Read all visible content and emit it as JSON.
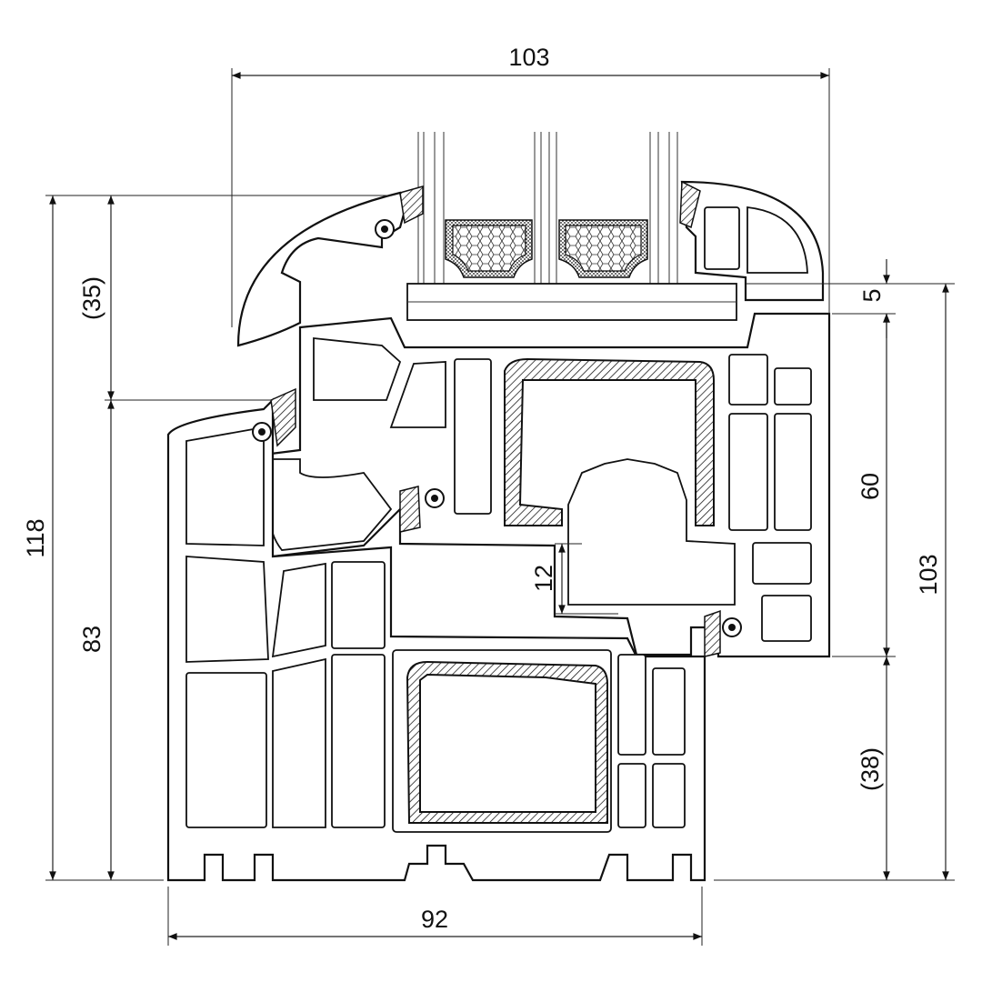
{
  "dimensions": {
    "top_width": "103",
    "total_height": "118",
    "sash_overlap": "(35)",
    "frame_height": "83",
    "frame_width": "92",
    "glass_offset": "5",
    "sash_visible": "60",
    "right_height": "103",
    "rebate": "12",
    "frame_visible": "(38)"
  }
}
